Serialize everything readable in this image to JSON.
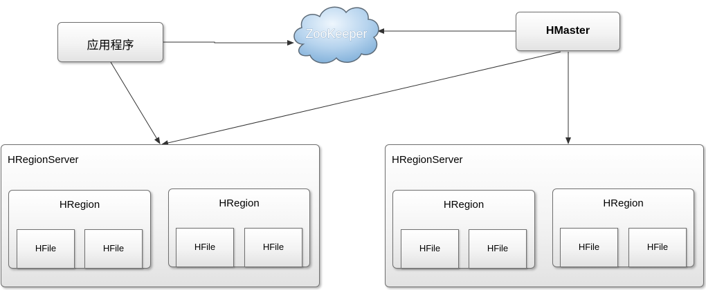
{
  "app": {
    "label": "应用程序"
  },
  "zookeeper": {
    "label": "ZooKeeper"
  },
  "hmaster": {
    "label": "HMaster"
  },
  "servers": [
    {
      "label": "HRegionServer",
      "regions": [
        {
          "label": "HRegion",
          "files": [
            "HFile",
            "HFile"
          ]
        },
        {
          "label": "HRegion",
          "files": [
            "HFile",
            "HFile"
          ]
        }
      ]
    },
    {
      "label": "HRegionServer",
      "regions": [
        {
          "label": "HRegion",
          "files": [
            "HFile",
            "HFile"
          ]
        },
        {
          "label": "HRegion",
          "files": [
            "HFile",
            "HFile"
          ]
        }
      ]
    }
  ],
  "colors": {
    "cloud_fill_light": "#d7e9f8",
    "cloud_fill_dark": "#8bb7dc",
    "cloud_stroke": "#5d6b78",
    "line": "#333333"
  }
}
